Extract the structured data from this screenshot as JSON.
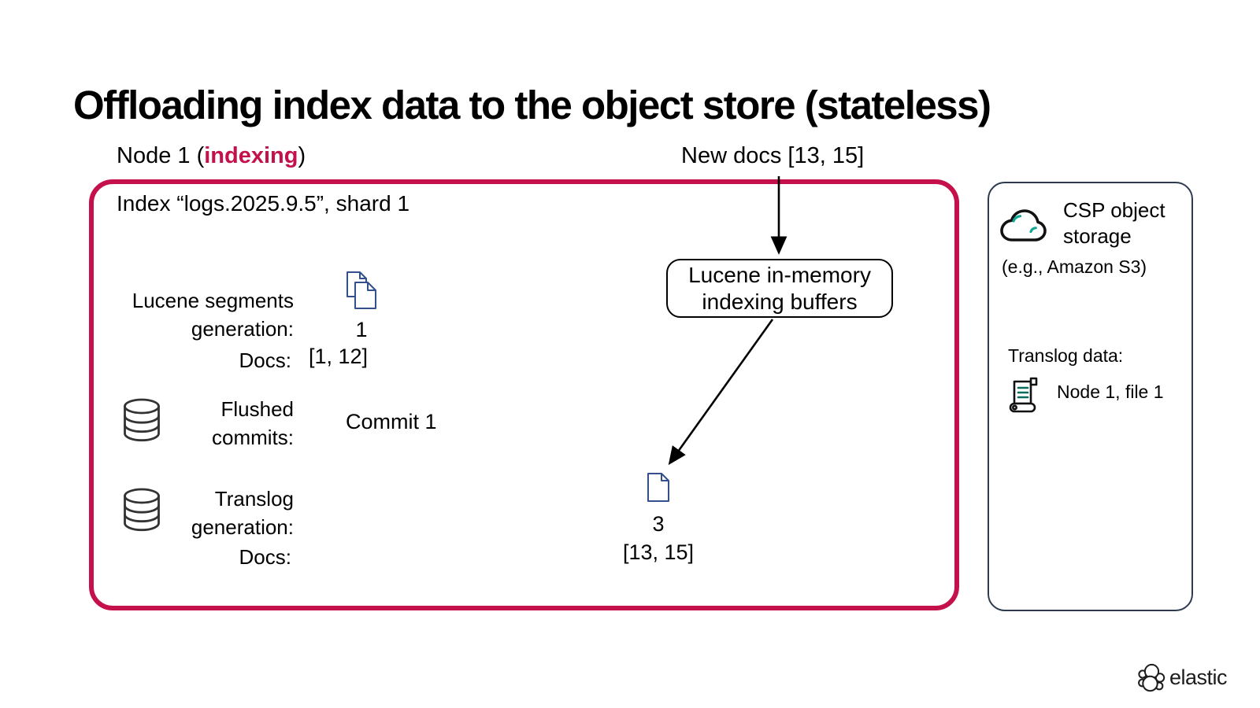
{
  "title": "Offloading index data to the object store (stateless)",
  "header": {
    "node_label_prefix": "Node 1 (",
    "node_label_highlight": "indexing",
    "node_label_suffix": ")",
    "new_docs_label": "New docs [13, 15]"
  },
  "node_box": {
    "index_title": "Index “logs.2025.9.5”, shard 1",
    "segments": {
      "label_line1": "Lucene segments",
      "label_line2": "generation:",
      "icon": "pages-icon",
      "generation_value": "1",
      "docs_label": "Docs:",
      "docs_value": "[1, 12]"
    },
    "commits": {
      "label_line1": "Flushed",
      "label_line2": "commits:",
      "icon": "database-icon",
      "value": "Commit 1"
    },
    "translog": {
      "label_line1": "Translog",
      "label_line2": "generation:",
      "icon": "database-icon",
      "docs_label": "Docs:",
      "generation_value": "3",
      "docs_value": "[13, 15]",
      "buffer_doc_icon": "document-icon"
    },
    "buffers_box": {
      "line1": "Lucene in-memory",
      "line2": "indexing buffers"
    }
  },
  "storage_panel": {
    "title_line1": "CSP object",
    "title_line2": "storage",
    "subtitle": "(e.g., Amazon S3)",
    "translog_label": "Translog data:",
    "translog_value": "Node 1, file 1",
    "cloud_icon": "cloud-icon",
    "scroll_icon": "translog-scroll-icon"
  },
  "footer": {
    "brand": "elastic"
  },
  "colors": {
    "accent_red": "#C4114B",
    "doc_navy": "#33508C",
    "teal": "#0FA893",
    "teal_dark": "#0A6C5B",
    "panel_border": "#2E3A52",
    "ink": "#000000"
  }
}
